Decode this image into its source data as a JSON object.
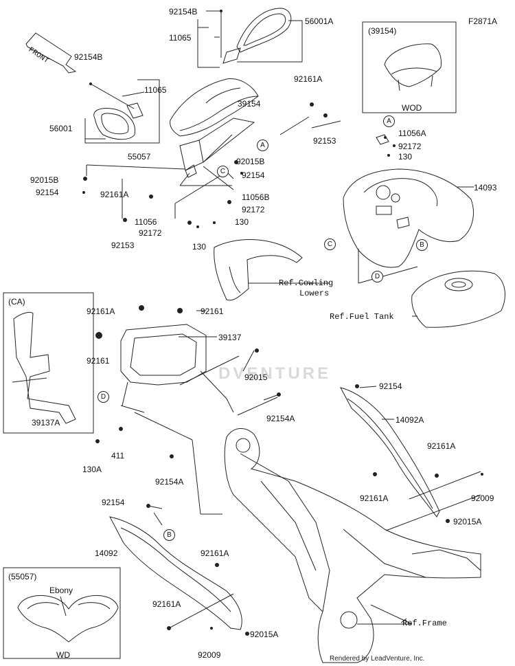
{
  "figure_code": "F2871A",
  "front_label": "FRONT",
  "watermark": "DVENTURE",
  "credit": "Rendered by LeadVenture, Inc.",
  "insets": {
    "windshield": {
      "title": "(39154)",
      "caption": "WOD"
    },
    "bracket": {
      "title": "(CA)",
      "part": "39137A"
    },
    "cowl": {
      "title": "(55057)",
      "note": "Ebony",
      "caption": "WD"
    }
  },
  "refs": {
    "cowling_line1": "Ref.Cowling",
    "cowling_line2": "Lowers",
    "fuel_tank": "Ref.Fuel Tank",
    "frame": "Ref.Frame"
  },
  "callouts": {
    "a": "A",
    "b": "B",
    "c": "C",
    "d": "D"
  },
  "parts": {
    "p92154B_top": "92154B",
    "p56001A": "56001A",
    "p11065_top": "11065",
    "p92154B_left": "92154B",
    "p11065_left": "11065",
    "p56001": "56001",
    "p92161A_top": "92161A",
    "p39154": "39154",
    "p92153_right": "92153",
    "p55057": "55057",
    "p92015B_right": "92015B",
    "p92154_mid": "92154",
    "p92015B_left": "92015B",
    "p92154_left": "92154",
    "p92161A_left": "92161A",
    "p11056B": "11056B",
    "p92172_mid": "92172",
    "p11056": "11056",
    "p130_mid": "130",
    "p92172_low": "92172",
    "p92153_left": "92153",
    "p130_low": "130",
    "p11056A": "11056A",
    "p92172_right": "92172",
    "p130_right": "130",
    "p14093": "14093",
    "p92161A_frame": "92161A",
    "p92161": "92161",
    "p39137": "39137",
    "p92161_left": "92161",
    "p92015": "92015",
    "p92154A_right": "92154A",
    "p92154_rightpanel": "92154",
    "p14092A": "14092A",
    "p130A": "130A",
    "p411": "411",
    "p92154A_low": "92154A",
    "p92161A_r1": "92161A",
    "p92161A_r2": "92161A",
    "p92009_right": "92009",
    "p92015A_right": "92015A",
    "p92154_lowleft": "92154",
    "p14092": "14092",
    "p92161A_low": "92161A",
    "p92161A_bottom": "92161A",
    "p92015A_bottom": "92015A",
    "p92009_bottom": "92009"
  }
}
